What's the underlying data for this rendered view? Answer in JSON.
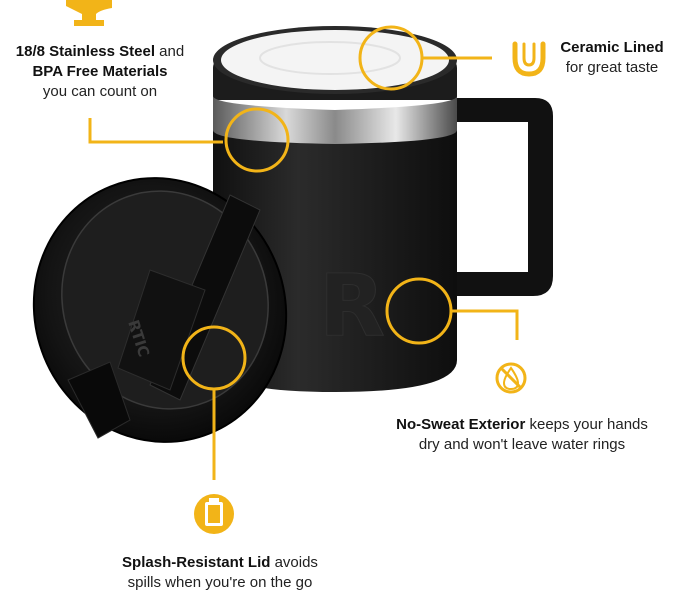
{
  "accent_color": "#f2b418",
  "features": {
    "steel": {
      "icon": "anvil-icon",
      "bold": "18/8 Stainless Steel",
      "rest1": " and",
      "bold2": "BPA Free Materials",
      "rest2": "you can count on"
    },
    "ceramic": {
      "icon": "ceramic-u-icon",
      "bold": "Ceramic Lined",
      "rest": "for great taste"
    },
    "sweat": {
      "icon": "no-drop-icon",
      "bold": "No-Sweat Exterior",
      "rest1": " keeps your hands",
      "rest2": "dry and won't leave water rings"
    },
    "lid": {
      "icon": "cup-lid-icon",
      "bold": "Splash-Resistant Lid",
      "rest1": " avoids",
      "rest2": "spills when you're on the go"
    }
  },
  "product": {
    "mug_color": "#1b1b1b",
    "embossed_logo": "R",
    "lid_side_text": "RTIC"
  }
}
